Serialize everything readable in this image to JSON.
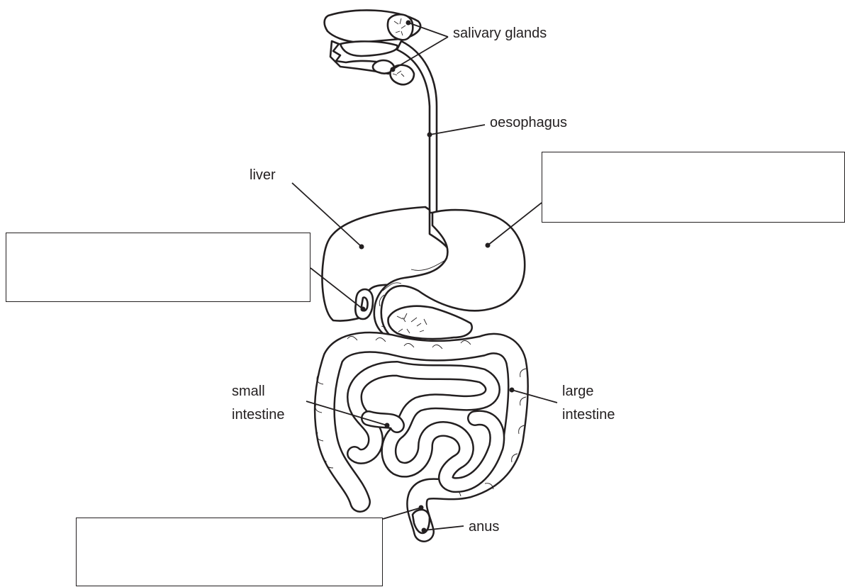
{
  "labels": {
    "salivary_glands": "salivary glands",
    "oesophagus": "oesophagus",
    "liver": "liver",
    "small_intestine_line1": "small",
    "small_intestine_line2": "intestine",
    "large_intestine_line1": "large",
    "large_intestine_line2": "intestine",
    "anus": "anus"
  },
  "answer_boxes": [
    {
      "target": "stomach",
      "value": ""
    },
    {
      "target": "gall-bladder",
      "value": ""
    },
    {
      "target": "rectum",
      "value": ""
    }
  ],
  "colors": {
    "ink": "#231f20",
    "background": "#ffffff"
  }
}
